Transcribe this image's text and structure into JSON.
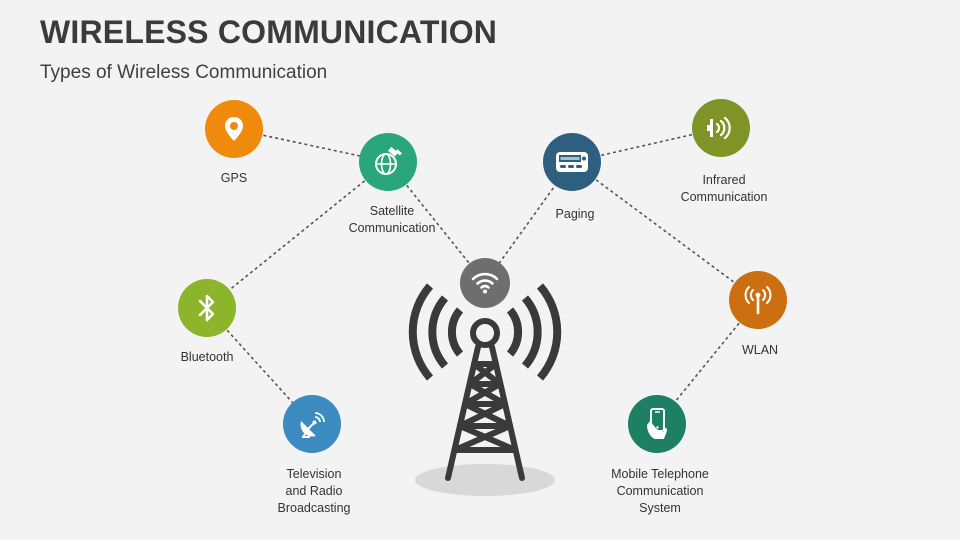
{
  "title": "WIRELESS COMMUNICATION",
  "subtitle": "Types of Wireless Communication",
  "colors": {
    "gps": "#f08a0c",
    "satellite": "#2aa67c",
    "bluetooth": "#8db52c",
    "television": "#3b8bc0",
    "hub": "#6e6e6e",
    "paging": "#2f5f7e",
    "infrared": "#7f9327",
    "wlan": "#cc6f10",
    "mobile": "#1d7f63",
    "tower": "#3a3a3a"
  },
  "nodes": {
    "gps": {
      "label": "GPS",
      "icon": "location-pin-icon"
    },
    "satellite": {
      "label": "Satellite\nCommunication",
      "icon": "satellite-icon"
    },
    "bluetooth": {
      "label": "Bluetooth",
      "icon": "bluetooth-icon"
    },
    "television": {
      "label": "Television\nand Radio\nBroadcasting",
      "icon": "satellite-dish-icon"
    },
    "hub": {
      "icon": "wifi-icon"
    },
    "paging": {
      "label": "Paging",
      "icon": "pager-icon"
    },
    "infrared": {
      "label": "Infrared\nCommunication",
      "icon": "infrared-signal-icon"
    },
    "wlan": {
      "label": "WLAN",
      "icon": "antenna-icon"
    },
    "mobile": {
      "label": "Mobile Telephone\nCommunication\nSystem",
      "icon": "mobile-phone-icon"
    }
  }
}
